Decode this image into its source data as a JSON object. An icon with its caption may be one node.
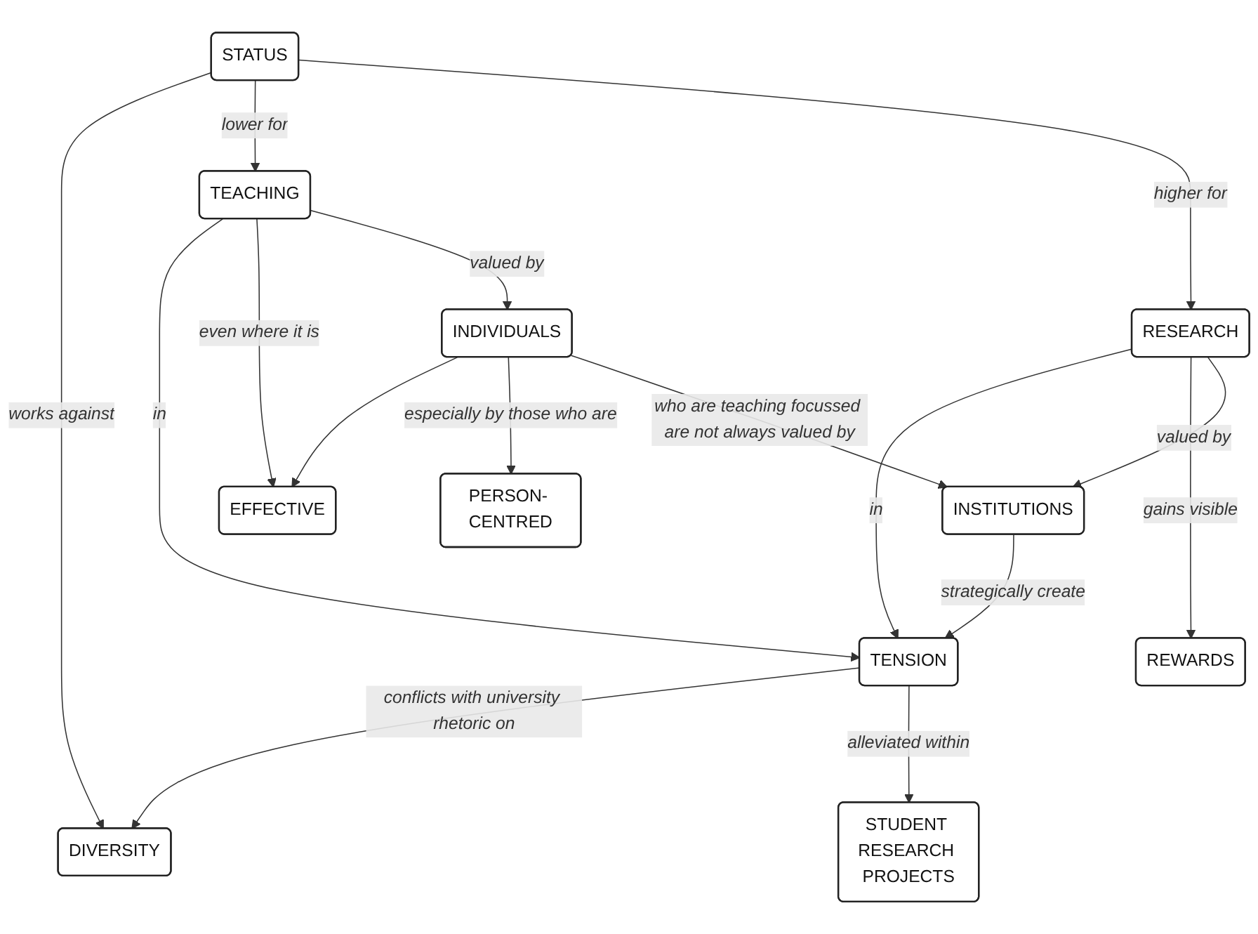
{
  "diagram": {
    "nodes": [
      {
        "text": [
          "STATUS"
        ]
      },
      {
        "text": [
          "DIVERSITY"
        ]
      },
      {
        "text": [
          "TEACHING"
        ]
      },
      {
        "text": [
          "RESEARCH"
        ]
      },
      {
        "text": [
          "TENSION"
        ]
      },
      {
        "text": [
          "EFFECTIVE"
        ]
      },
      {
        "text": [
          "REWARDS"
        ]
      },
      {
        "text": [
          "INDIVIDUALS"
        ]
      },
      {
        "text": [
          "INSTITUTIONS"
        ]
      },
      {
        "text": [
          "STUDENT RESEARCH PROJECTS"
        ]
      },
      {
        "text": [
          "PERSON- CENTRED"
        ]
      }
    ],
    "edges": [
      {
        "from": 0,
        "to": 1,
        "label": "works against",
        "arrow": "to"
      },
      {
        "from": 0,
        "to": 2,
        "label": "lower for",
        "arrow": "to"
      },
      {
        "from": 0,
        "to": 3,
        "label": "higher for",
        "arrow": "to"
      },
      {
        "from": 4,
        "to": 1,
        "label": "conflicts with university rhetoric on",
        "arrow": "to"
      },
      {
        "from": 2,
        "to": 4,
        "label": "in",
        "arrow": "to"
      },
      {
        "from": 3,
        "to": 4,
        "label": "in",
        "arrow": "to"
      },
      {
        "from": 2,
        "to": 5,
        "label": "even where it is",
        "arrow": "to"
      },
      {
        "from": 3,
        "to": 6,
        "label": "gains visible",
        "arrow": "to"
      },
      {
        "from": 2,
        "to": 7,
        "label": "valued by",
        "arrow": "to"
      },
      {
        "from": 3,
        "to": 8,
        "label": "valued by",
        "arrow": "to"
      },
      {
        "from": 4,
        "to": 9,
        "label": "alleviated within",
        "arrow": "to"
      },
      {
        "from": 8,
        "to": 4,
        "label": "strategically create",
        "arrow": "to"
      },
      {
        "from": 7,
        "to": 5,
        "arrow": "to"
      },
      {
        "from": 7,
        "to": 10,
        "label": "especially by those who are",
        "arrow": "to"
      },
      {
        "from": 7,
        "to": 8,
        "label": "who are teaching focussed are not always valued by",
        "arrow": "to"
      }
    ]
  }
}
